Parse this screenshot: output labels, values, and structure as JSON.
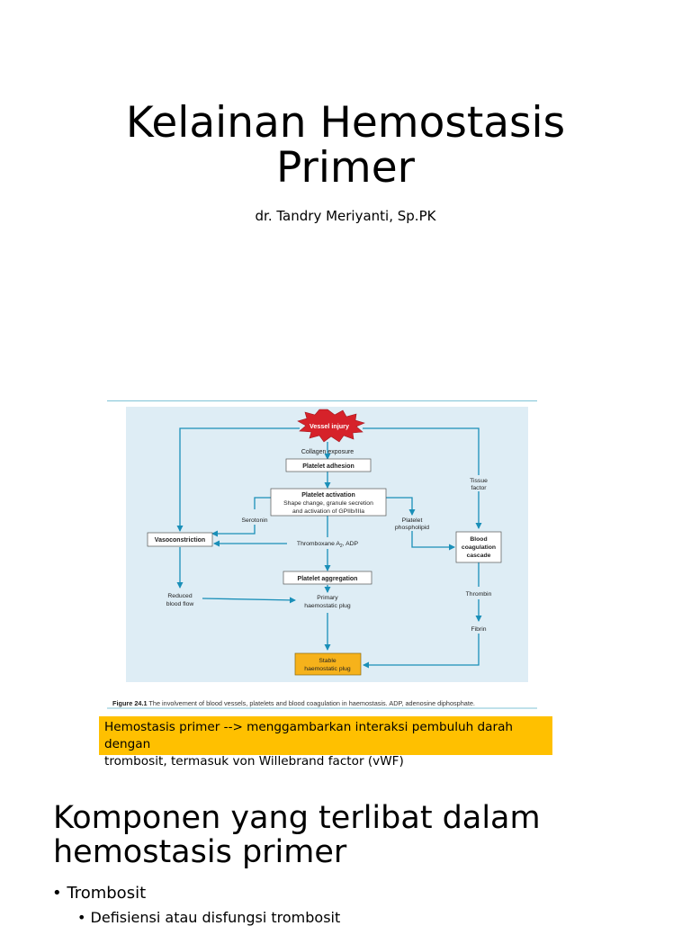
{
  "slide1": {
    "title_line1": "Kelainan Hemostasis",
    "title_line2": "Primer",
    "subtitle": "dr. Tandry Meriyanti, Sp.PK"
  },
  "figure": {
    "nodes": {
      "vessel_injury": "Vessel injury",
      "collagen_exposure": "Collagen exposure",
      "platelet_adhesion": "Platelet adhesion",
      "platelet_activation_l1": "Platelet activation",
      "platelet_activation_l2": "Shape change, granule secretion",
      "platelet_activation_l3": "and activation of GPIIb/IIIa",
      "serotonin": "Serotonin",
      "platelet_phospholipid_l1": "Platelet",
      "platelet_phospholipid_l2": "phospholipid",
      "tissue_factor_l1": "Tissue",
      "tissue_factor_l2": "factor",
      "vasoconstriction": "Vasoconstriction",
      "thromboxane": "Thromboxane A",
      "thromboxane_sub": "2",
      "thromboxane_tail": ", ADP",
      "blood_coag_l1": "Blood",
      "blood_coag_l2": "coagulation",
      "blood_coag_l3": "cascade",
      "platelet_aggregation": "Platelet aggregation",
      "reduced_flow_l1": "Reduced",
      "reduced_flow_l2": "blood flow",
      "primary_plug_l1": "Primary",
      "primary_plug_l2": "haemostatic plug",
      "thrombin": "Thrombin",
      "fibrin": "Fibrin",
      "stable_plug_l1": "Stable",
      "stable_plug_l2": "haemostatic plug"
    },
    "caption_label": "Figure 24.1",
    "caption_text": "  The involvement of blood vessels, platelets and blood coagulation in haemostasis. ADP, adenosine diphosphate.",
    "colors": {
      "panel": "#deedf5",
      "arrow": "#1a8fb8",
      "burst": "#d6222a",
      "stable_box": "#f6b21b"
    }
  },
  "highlight": {
    "line1": "Hemostasis primer --> menggambarkan interaksi pembuluh darah dengan",
    "line2": "trombosit, termasuk von Willebrand factor (vWF)",
    "color": "#ffc000"
  },
  "slide2": {
    "heading_line1": "Komponen yang terlibat dalam",
    "heading_line2": "hemostasis primer",
    "bullets": [
      {
        "label": "Trombosit",
        "marker": "•"
      },
      {
        "label": "Defisiensi atau disfungsi trombosit",
        "marker": "•"
      }
    ]
  }
}
